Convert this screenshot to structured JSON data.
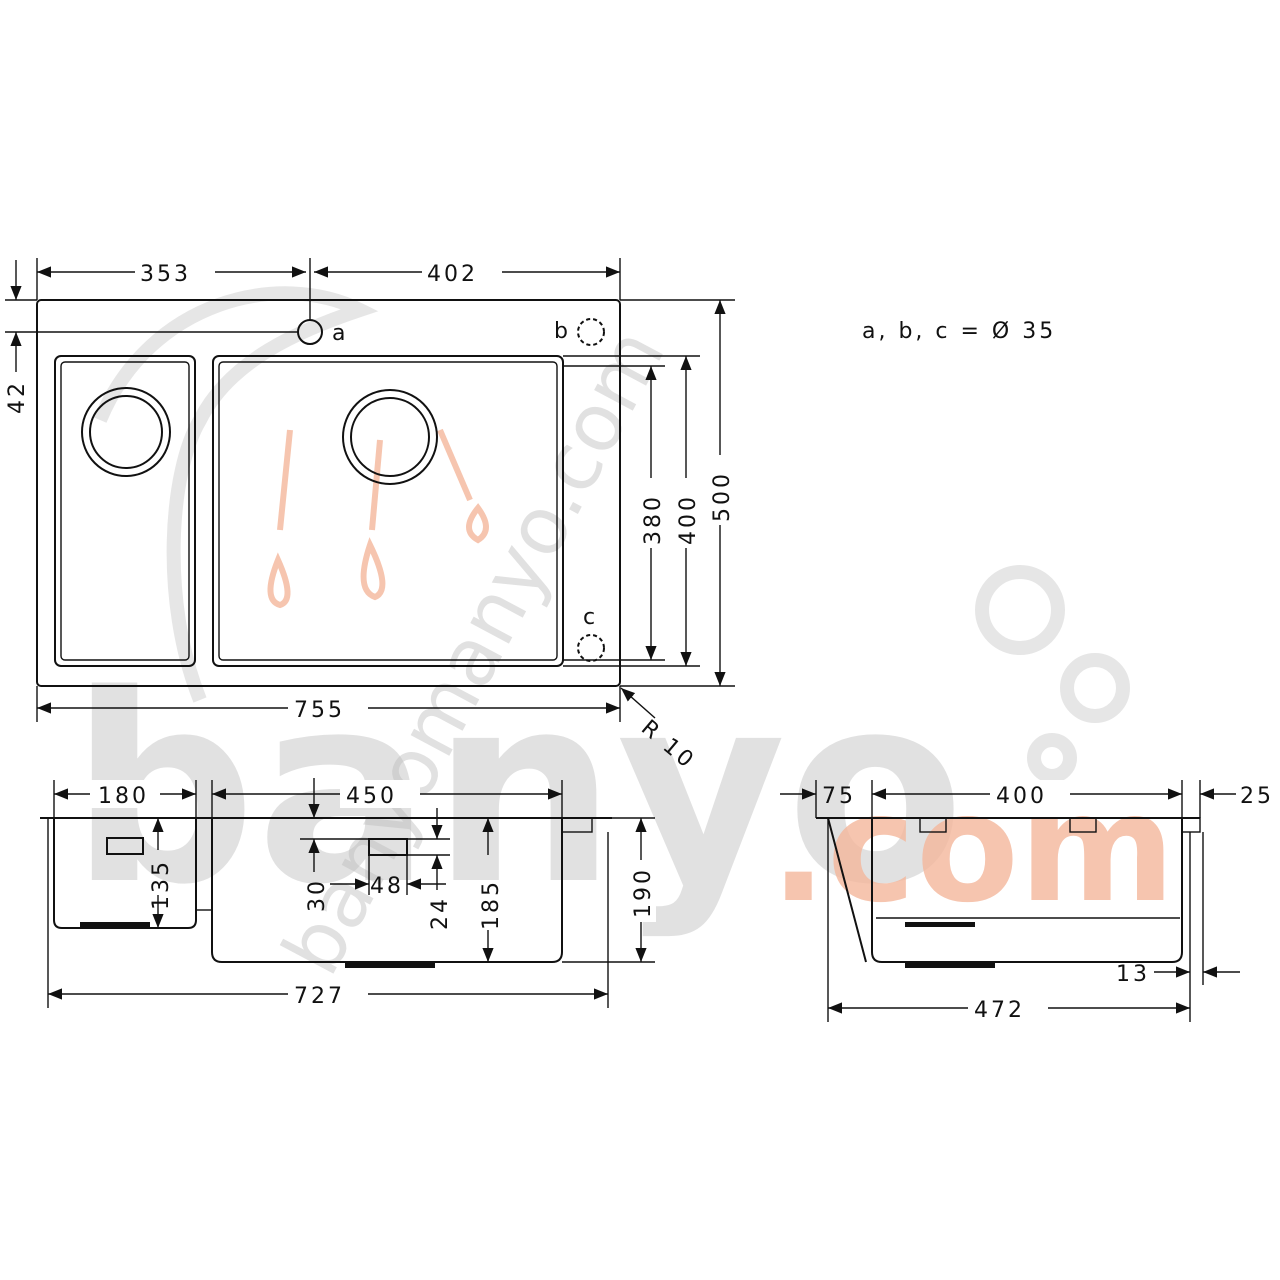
{
  "dimensions": {
    "top_left_width": "353",
    "top_right_width": "402",
    "margin_top": "42",
    "inner_height": "380",
    "bowl_height": "400",
    "overall_depth": "500",
    "overall_width": "755",
    "corner_radius": "R 10",
    "small_bowl_width": "180",
    "large_bowl_width": "450",
    "overflow_offset": "30",
    "overflow_width": "48",
    "overflow_height": "24",
    "small_bowl_depth": "135",
    "large_bowl_depth": "185",
    "overall_height": "190",
    "bottom_width": "727",
    "side_offset": "75",
    "side_bowl_width": "400",
    "side_rim": "25",
    "side_flange": "13",
    "side_total": "472"
  },
  "labels": {
    "hole_a": "a",
    "hole_b": "b",
    "hole_c": "c",
    "hole_note": "a, b, c = Ø 35"
  },
  "watermark": {
    "brand": "banyo",
    "domain": ".com",
    "url": "banyomanyo.com"
  }
}
